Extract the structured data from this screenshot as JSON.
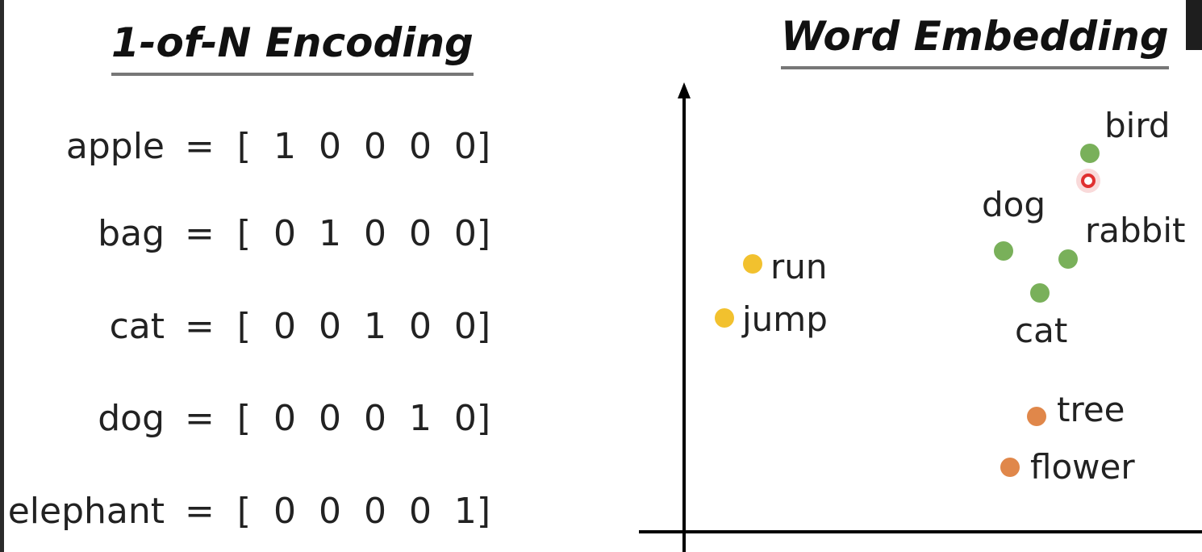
{
  "left_title": "1-of-N Encoding",
  "right_title": "Word Embedding",
  "encodings": [
    {
      "word": "apple",
      "vector": "= [ 1   0   0   0   0]"
    },
    {
      "word": "bag",
      "vector": "= [ 0   1   0   0   0]"
    },
    {
      "word": "cat",
      "vector": "= [ 0   0   1   0   0]"
    },
    {
      "word": "dog",
      "vector": "= [ 0   0   0   1   0]"
    },
    {
      "word": "elephant",
      "vector": "= [ 0   0   0   0   1]"
    }
  ],
  "embedding_points": [
    {
      "label": "bird",
      "group": "animal"
    },
    {
      "label": "dog",
      "group": "animal"
    },
    {
      "label": "rabbit",
      "group": "animal"
    },
    {
      "label": "cat",
      "group": "animal"
    },
    {
      "label": "run",
      "group": "action"
    },
    {
      "label": "jump",
      "group": "action"
    },
    {
      "label": "tree",
      "group": "plant"
    },
    {
      "label": "flower",
      "group": "plant"
    }
  ],
  "colors": {
    "animal": "#79b05a",
    "action": "#f2c12e",
    "plant": "#e0874a",
    "cursor": "#e03030"
  }
}
